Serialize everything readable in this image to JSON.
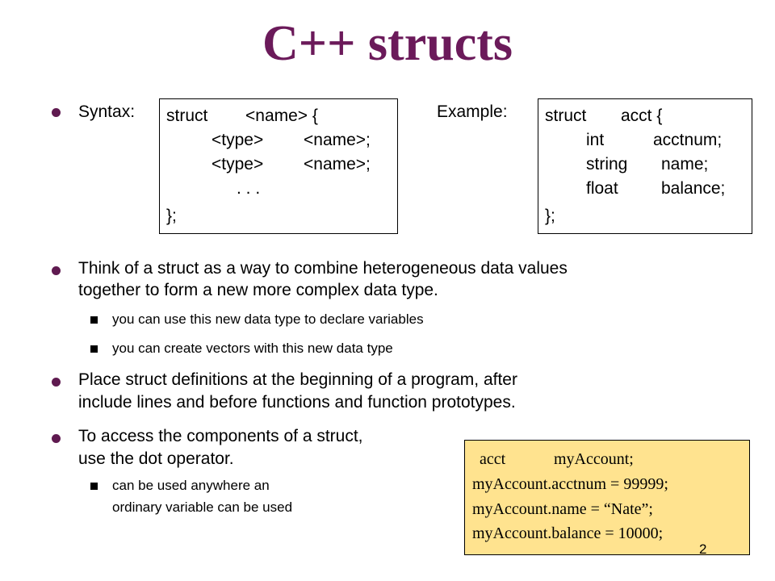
{
  "slide": {
    "title": "C++ structs",
    "page_number": "2"
  },
  "syntax": {
    "label": "Syntax:",
    "lines": [
      "struct",
      "<name> {",
      "<type>",
      "<name>;",
      "<type>",
      "<name>;",
      ". . .",
      "};"
    ]
  },
  "example": {
    "label": "Example:",
    "lines": [
      "struct",
      "acct {",
      "int",
      "acctnum;",
      "string",
      "name;",
      "float",
      "balance;",
      "};"
    ]
  },
  "bullets": {
    "b1_line1": "Think of a struct as a way to combine heterogeneous data values",
    "b1_line2": "together to form a new more complex data type.",
    "b1_sub1": "you can use this new data type to declare variables",
    "b1_sub2": "you can create vectors with this new data type",
    "b2_line1": "Place struct definitions at the beginning of a program, after",
    "b2_line2": "include lines and before functions and function prototypes.",
    "b3_line1": "To access the components of a struct,",
    "b3_line2": "use the dot operator.",
    "b3_sub1_line1": "can be used anywhere an",
    "b3_sub1_line2": "ordinary variable can be used"
  },
  "code_sample": {
    "line1_a": "acct",
    "line1_b": "myAccount;",
    "line2": "myAccount.acctnum = 99999;",
    "line3": "myAccount.name = “Nate”;",
    "line4": "myAccount.balance = 10000;"
  }
}
